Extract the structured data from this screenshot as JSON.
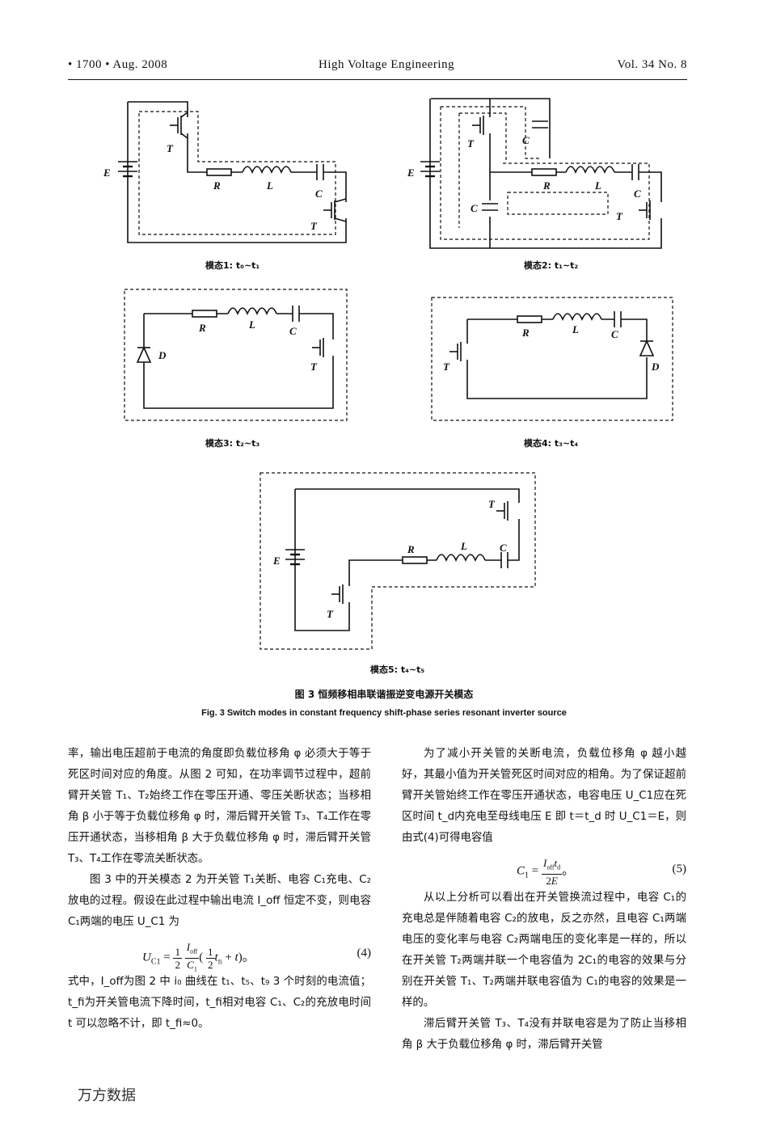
{
  "header": {
    "left": "• 1700 •  Aug. 2008",
    "center": "High  Voltage  Engineering",
    "right": "Vol. 34 No. 8"
  },
  "figure": {
    "labels": {
      "E": "E",
      "R": "R",
      "L": "L",
      "C": "C",
      "T1": "T",
      "C1": "C",
      "C2": "C",
      "D2": "D",
      "D4": "D",
      "T2": "T",
      "T3": "T",
      "T4": "T"
    },
    "modes": [
      "模态1: t₀~t₁",
      "模态2: t₁~t₂",
      "模态3: t₂~t₃",
      "模态4: t₃~t₄",
      "模态5: t₄~t₅"
    ],
    "caption_cn": "图 3  恒频移相串联谐振逆变电源开关模态",
    "caption_en": "Fig. 3   Switch modes in constant frequency shift-phase series resonant inverter source",
    "watermark": "万方数据"
  },
  "left_col": {
    "p1": "率，输出电压超前于电流的角度即负载位移角 φ 必须大于等于死区时间对应的角度。从图 2 可知，在功率调节过程中，超前臂开关管 T₁、T₂始终工作在零压开通、零压关断状态；当移相角 β 小于等于负载位移角 φ 时，滞后臂开关管 T₃、T₄工作在零压开通状态，当移相角 β 大于负载位移角 φ 时，滞后臂开关管 T₃、T₄工作在零流关断状态。",
    "p2": "图 3 中的开关模态 2 为开关管 T₁关断、电容 C₁充电、C₂放电的过程。假设在此过程中输出电流 I_off 恒定不变，则电容 C₁两端的电压 U_C1 为",
    "eq4_lhs": "U",
    "eq4_sub": "C1",
    "eq4_num": "(4)",
    "p3": "式中，I_off为图 2 中 i₀ 曲线在 t₁、t₅、t₉ 3 个时刻的电流值；t_fi为开关管电流下降时间，t_fi相对电容 C₁、C₂的充放电时间 t 可以忽略不计，即 t_fi≈0。"
  },
  "right_col": {
    "p1": "为了减小开关管的关断电流，负载位移角 φ 越小越好，其最小值为开关管死区时间对应的相角。为了保证超前臂开关管始终工作在零压开通状态，电容电压 U_C1应在死区时间 t_d内充电至母线电压 E 即 t＝t_d 时 U_C1＝E，则由式(4)可得电容值",
    "eq5_num": "(5)",
    "p2": "从以上分析可以看出在开关管换流过程中，电容 C₁的充电总是伴随着电容 C₂的放电，反之亦然，且电容 C₁两端电压的变化率与电容 C₂两端电压的变化率是一样的，所以在开关管 T₂两端并联一个电容值为 2C₁的电容的效果与分别在开关管 T₁、T₂两端并联电容值为 C₁的电容的效果是一样的。",
    "p3": "滞后臂开关管 T₃、T₄没有并联电容是为了防止当移相角 β 大于负载位移角 φ 时，滞后臂开关管"
  },
  "footer": "万方数据"
}
